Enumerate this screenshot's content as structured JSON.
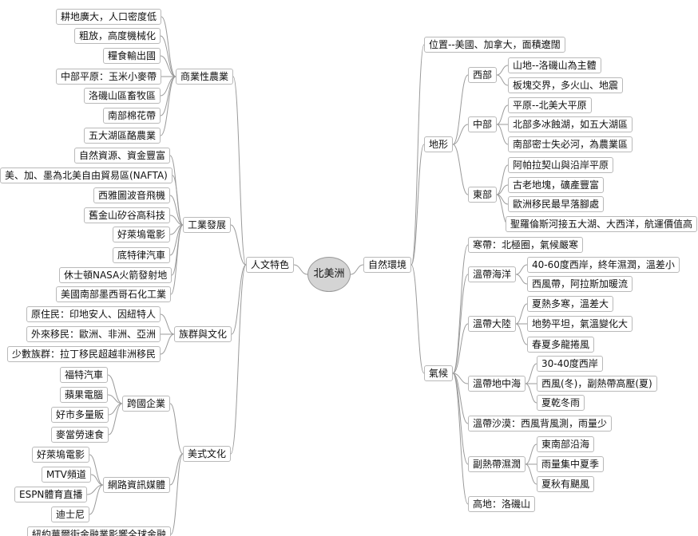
{
  "root": "北美洲",
  "left": {
    "label": "人文特色",
    "children": [
      {
        "label": "商業性農業",
        "children": [
          {
            "label": "耕地廣大，人口密度低"
          },
          {
            "label": "粗放，高度機械化"
          },
          {
            "label": "糧食輸出國"
          },
          {
            "label": "中部平原：玉米小麥帶"
          },
          {
            "label": "洛磯山區畜牧區"
          },
          {
            "label": "南部棉花帶"
          },
          {
            "label": "五大湖區酪農業"
          }
        ]
      },
      {
        "label": "工業發展",
        "children": [
          {
            "label": "自然資源、資金豐富"
          },
          {
            "label": "美、加、墨為北美自由貿易區(NAFTA)"
          },
          {
            "label": "西雅圖波音飛機"
          },
          {
            "label": "舊金山矽谷高科技"
          },
          {
            "label": "好萊塢電影"
          },
          {
            "label": "底特律汽車"
          },
          {
            "label": "休士頓NASA火箭發射地"
          },
          {
            "label": "美國南部墨西哥石化工業"
          }
        ]
      },
      {
        "label": "族群與文化",
        "children": [
          {
            "label": "原住民：印地安人、因紐特人"
          },
          {
            "label": "外來移民：歐洲、非洲、亞洲"
          },
          {
            "label": "少數族群：拉丁移民超越非洲移民"
          }
        ]
      },
      {
        "label": "美式文化",
        "children": [
          {
            "label": "跨國企業",
            "children": [
              {
                "label": "福特汽車"
              },
              {
                "label": "蘋果電腦"
              },
              {
                "label": "好市多量販"
              },
              {
                "label": "麥當勞速食"
              }
            ]
          },
          {
            "label": "網路資訊媒體",
            "children": [
              {
                "label": "好萊塢電影"
              },
              {
                "label": "MTV頻道"
              },
              {
                "label": "ESPN體育直播"
              },
              {
                "label": "迪士尼"
              }
            ]
          },
          {
            "label": "紐約華爾街金融業影響全球金融"
          }
        ]
      }
    ]
  },
  "right": {
    "label": "自然環境",
    "children": [
      {
        "label": "位置--美國、加拿大，面積遼闊"
      },
      {
        "label": "地形",
        "children": [
          {
            "label": "西部",
            "children": [
              {
                "label": "山地--洛磯山為主體"
              },
              {
                "label": "板塊交界，多火山、地震"
              }
            ]
          },
          {
            "label": "中部",
            "children": [
              {
                "label": "平原--北美大平原"
              },
              {
                "label": "北部多冰蝕湖，如五大湖區"
              },
              {
                "label": "南部密士失必河，為農業區"
              }
            ]
          },
          {
            "label": "東部",
            "children": [
              {
                "label": "阿帕拉契山與沿岸平原"
              },
              {
                "label": "古老地塊，礦產豐富"
              },
              {
                "label": "歐洲移民最早落腳處"
              },
              {
                "label": "聖羅倫斯河接五大湖、大西洋，航運價值高"
              }
            ]
          }
        ]
      },
      {
        "label": "氣候",
        "children": [
          {
            "label": "寒帶：北極圈，氣候嚴寒"
          },
          {
            "label": "溫帶海洋",
            "children": [
              {
                "label": "40-60度西岸，終年濕潤，溫差小"
              },
              {
                "label": "西風帶，阿拉斯加暖流"
              }
            ]
          },
          {
            "label": "溫帶大陸",
            "children": [
              {
                "label": "夏熱多寒，溫差大"
              },
              {
                "label": "地勢平坦，氣溫變化大"
              },
              {
                "label": "春夏多龍捲風"
              }
            ]
          },
          {
            "label": "溫帶地中海",
            "children": [
              {
                "label": "30-40度西岸"
              },
              {
                "label": "西風(冬)，副熱帶高壓(夏)"
              },
              {
                "label": "夏乾冬雨"
              }
            ]
          },
          {
            "label": "溫帶沙漠：西風背風測，雨量少"
          },
          {
            "label": "副熱帶濕潤",
            "children": [
              {
                "label": "東南部沿海"
              },
              {
                "label": "雨量集中夏季"
              },
              {
                "label": "夏秋有颶風"
              }
            ]
          },
          {
            "label": "高地：洛磯山"
          }
        ]
      }
    ]
  }
}
